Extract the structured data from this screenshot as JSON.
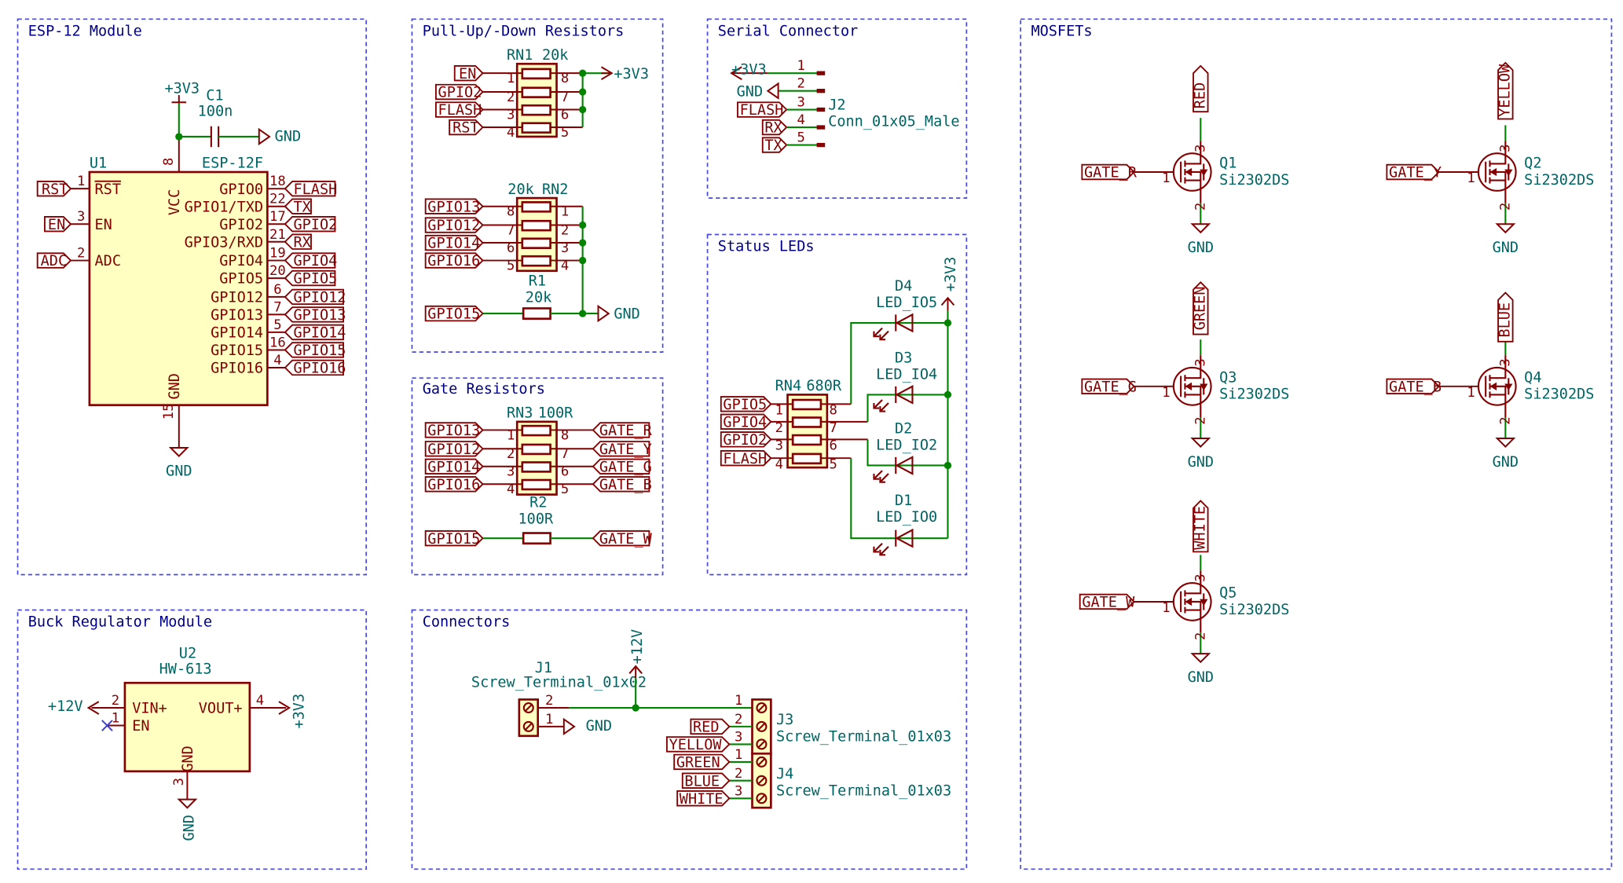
{
  "sections": {
    "esp": "ESP-12 Module",
    "pull": "Pull-Up/-Down Resistors",
    "serial": "Serial Connector",
    "mosfets": "MOSFETs",
    "status": "Status LEDs",
    "gate": "Gate Resistors",
    "buck": "Buck Regulator Module",
    "connectors": "Connectors"
  },
  "esp": {
    "ref": "U1",
    "value": "ESP-12F",
    "vcc_label": "VCC",
    "gnd_label": "GND",
    "vcc_pin": "8",
    "gnd_pin": "15",
    "cap_ref": "C1",
    "cap_value": "100n",
    "left_pins": [
      {
        "num": "1",
        "name": "RST",
        "net": "RST"
      },
      {
        "num": "3",
        "name": "EN",
        "net": "EN"
      },
      {
        "num": "2",
        "name": "ADC",
        "net": "ADC"
      }
    ],
    "right_pins": [
      {
        "num": "18",
        "name": "GPIO0",
        "net": "FLASH"
      },
      {
        "num": "22",
        "name": "GPIO1/TXD",
        "net": "TX"
      },
      {
        "num": "17",
        "name": "GPIO2",
        "net": "GPIO2"
      },
      {
        "num": "21",
        "name": "GPIO3/RXD",
        "net": "RX"
      },
      {
        "num": "19",
        "name": "GPIO4",
        "net": "GPIO4"
      },
      {
        "num": "20",
        "name": "GPIO5",
        "net": "GPIO5"
      },
      {
        "num": "6",
        "name": "GPIO12",
        "net": "GPIO12"
      },
      {
        "num": "7",
        "name": "GPIO13",
        "net": "GPIO13"
      },
      {
        "num": "5",
        "name": "GPIO14",
        "net": "GPIO14"
      },
      {
        "num": "16",
        "name": "GPIO15",
        "net": "GPIO15"
      },
      {
        "num": "4",
        "name": "GPIO16",
        "net": "GPIO16"
      }
    ]
  },
  "power": {
    "v33": "+3V3",
    "gnd": "GND",
    "v12": "+12V"
  },
  "pull": {
    "rn1_ref": "RN1",
    "rn1_value": "20k",
    "rn1_nets": [
      "EN",
      "GPIO2",
      "FLASH",
      "RST"
    ],
    "rn1_left_pins": [
      "1",
      "2",
      "3",
      "4"
    ],
    "rn1_right_pins": [
      "8",
      "7",
      "6",
      "5"
    ],
    "rn2_ref": "RN2",
    "rn2_value": "20k",
    "rn2_nets": [
      "GPIO13",
      "GPIO12",
      "GPIO14",
      "GPIO16"
    ],
    "rn2_left_pins": [
      "8",
      "7",
      "6",
      "5"
    ],
    "rn2_right_pins": [
      "1",
      "2",
      "3",
      "4"
    ],
    "r1_ref": "R1",
    "r1_value": "20k",
    "r1_net": "GPIO15"
  },
  "serial": {
    "ref": "J2",
    "value": "Conn_01x05_Male",
    "pins": [
      {
        "num": "1",
        "net": "+3V3"
      },
      {
        "num": "2",
        "net": "GND"
      },
      {
        "num": "3",
        "net": "FLASH"
      },
      {
        "num": "4",
        "net": "RX"
      },
      {
        "num": "5",
        "net": "TX"
      }
    ]
  },
  "gate": {
    "rn3_ref": "RN3",
    "rn3_value": "100R",
    "rows": [
      {
        "left": "GPIO13",
        "lp": "1",
        "rp": "8",
        "right": "GATE_R"
      },
      {
        "left": "GPIO12",
        "lp": "2",
        "rp": "7",
        "right": "GATE_Y"
      },
      {
        "left": "GPIO14",
        "lp": "3",
        "rp": "6",
        "right": "GATE_G"
      },
      {
        "left": "GPIO16",
        "lp": "4",
        "rp": "5",
        "right": "GATE_B"
      }
    ],
    "r2_ref": "R2",
    "r2_value": "100R",
    "r2_left": "GPIO15",
    "r2_right": "GATE_W"
  },
  "status": {
    "rn4_ref": "RN4",
    "rn4_value": "680R",
    "rows": [
      {
        "net": "GPIO5",
        "lp": "1",
        "rp": "8"
      },
      {
        "net": "GPIO4",
        "lp": "2",
        "rp": "7"
      },
      {
        "net": "GPIO2",
        "lp": "3",
        "rp": "6"
      },
      {
        "net": "FLASH",
        "lp": "4",
        "rp": "5"
      }
    ],
    "leds": [
      {
        "ref": "D4",
        "value": "LED_IO5"
      },
      {
        "ref": "D3",
        "value": "LED_IO4"
      },
      {
        "ref": "D2",
        "value": "LED_IO2"
      },
      {
        "ref": "D1",
        "value": "LED_IO0"
      }
    ]
  },
  "mosfets": [
    {
      "ref": "Q1",
      "value": "Si2302DS",
      "gate": "GATE_R",
      "drain": "RED"
    },
    {
      "ref": "Q2",
      "value": "Si2302DS",
      "gate": "GATE_Y",
      "drain": "YELLOW"
    },
    {
      "ref": "Q3",
      "value": "Si2302DS",
      "gate": "GATE_G",
      "drain": "GREEN"
    },
    {
      "ref": "Q4",
      "value": "Si2302DS",
      "gate": "GATE_B",
      "drain": "BLUE"
    },
    {
      "ref": "Q5",
      "value": "Si2302DS",
      "gate": "GATE_W",
      "drain": "WHITE"
    }
  ],
  "mosfet_pins": {
    "g": "1",
    "s": "2",
    "d": "3"
  },
  "buck": {
    "ref": "U2",
    "value": "HW-613",
    "vin": "VIN+",
    "en": "EN",
    "vout": "VOUT+",
    "gnd": "GND",
    "vin_pin": "2",
    "en_pin": "1",
    "vout_pin": "4",
    "gnd_pin": "3"
  },
  "connectors": {
    "j1_ref": "J1",
    "j1_value": "Screw_Terminal_01x02",
    "j1_pins": [
      "2",
      "1"
    ],
    "j3_ref": "J3",
    "j3_value": "Screw_Terminal_01x03",
    "j3_nets": [
      "",
      "RED",
      "YELLOW"
    ],
    "j3_pins": [
      "1",
      "2",
      "3"
    ],
    "j4_ref": "J4",
    "j4_value": "Screw_Terminal_01x03",
    "j4_nets": [
      "GREEN",
      "BLUE",
      "WHITE"
    ],
    "j4_pins": [
      "1",
      "2",
      "3"
    ]
  },
  "colors": {
    "wire": "#008400",
    "part": "#840000",
    "body": "#ffffc2",
    "frame": "#4a4ae0",
    "text": "#006464"
  }
}
